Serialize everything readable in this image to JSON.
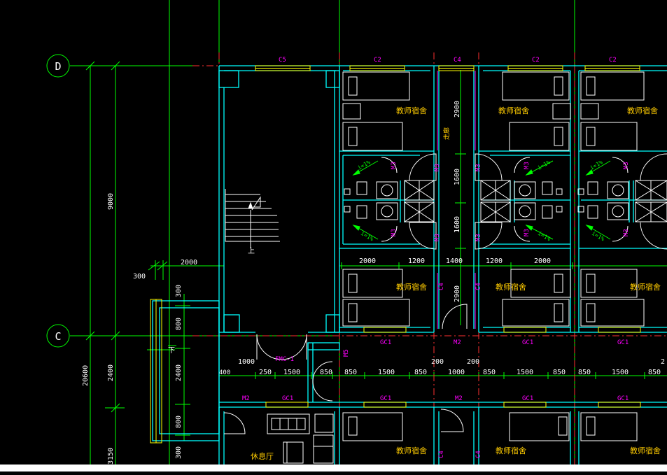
{
  "colors": {
    "background": "#000000",
    "axis": "#00ff00",
    "wall": "#00ffff",
    "window": "#ffff00",
    "door_label": "#ff00ff",
    "room_text": "#ffcc00",
    "dimension_text": "#ffffff",
    "grid_red": "#ff3030",
    "fixture": "#ffffff"
  },
  "axes": {
    "d": "D",
    "c": "C"
  },
  "window_labels": {
    "c5": "C5",
    "c2a": "C2",
    "c4": "C4",
    "c2b": "C2",
    "c2c": "C2",
    "gc1": "GC1"
  },
  "door_labels": {
    "m2": "M2",
    "m3": "M3",
    "m5": "M5",
    "fmc1": "FMC-1"
  },
  "room_labels": {
    "dorm": "教师宿舍",
    "corridor": "走廊",
    "lounge": "休息厅",
    "stair_up": "上",
    "stair_down": "下"
  },
  "slope_label": "i=1%",
  "dimensions": {
    "d9000": "9000",
    "d20600": "20600",
    "d2400": "2400",
    "d3150": "3150",
    "d300": "300",
    "d2000": "2000",
    "d800": "800",
    "d1000": "1000",
    "d400": "400",
    "d250": "250",
    "d1500": "1500",
    "d850": "850",
    "d200": "200",
    "d1200": "1200",
    "d1400": "1400",
    "d2900": "2900",
    "d1600": "1600",
    "d2": "2"
  }
}
